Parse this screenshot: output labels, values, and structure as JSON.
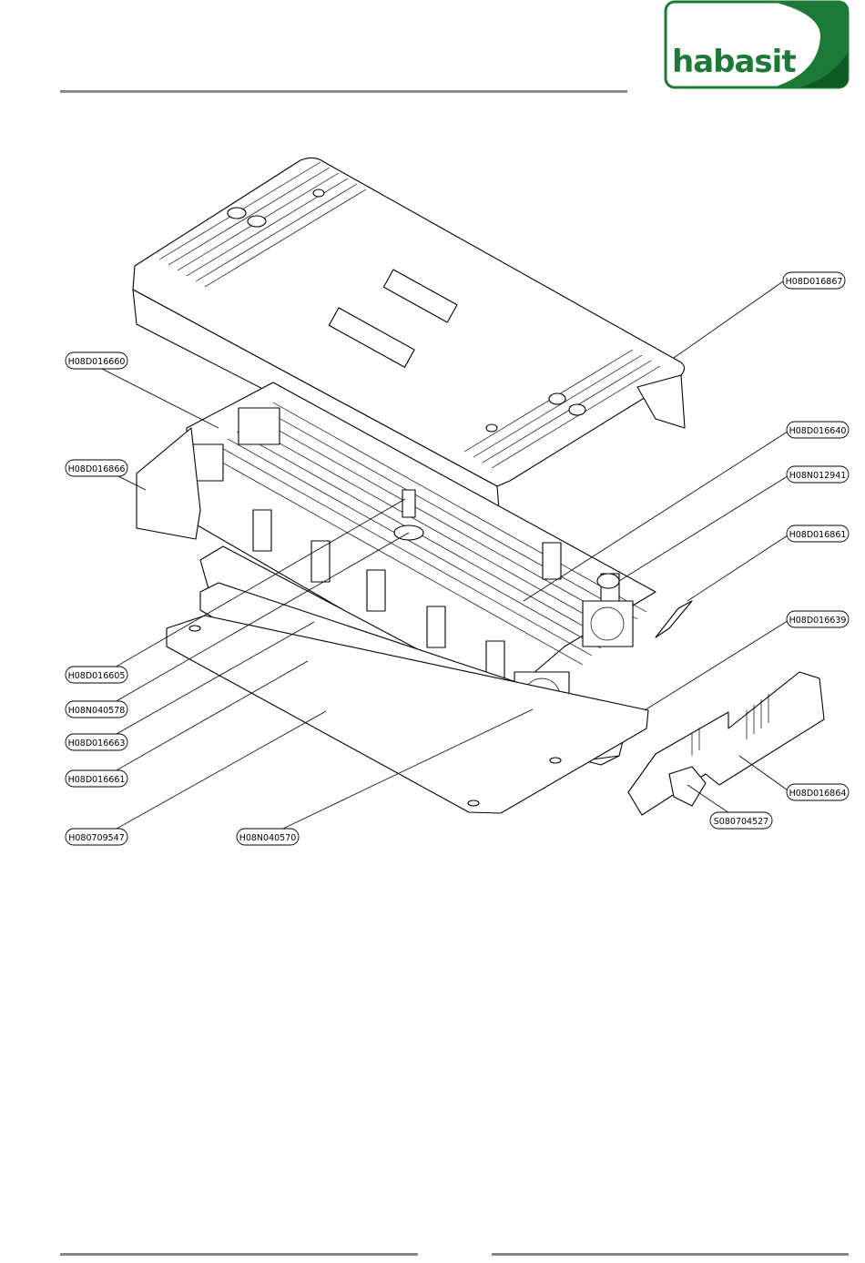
{
  "brand": {
    "name": "habasit",
    "colors": {
      "logo_green": "#1c7a36",
      "logo_dark_green": "#0e5a26",
      "rule_gray": "#8a8a8a"
    }
  },
  "part_labels": {
    "cover": "H08D016867",
    "left_support": "H08D016660",
    "left_end_plate": "H08D016866",
    "heatsink": "H08D016640",
    "knob": "H08N012941",
    "lever": "H08D016861",
    "sensor": "H08D016605",
    "mount": "H08N040578",
    "insulation_top": "H08D016663",
    "insulation_bottom": "H08D016661",
    "base_plate": "H080709547",
    "fan": "H08N040570",
    "right_support": "H08D016639",
    "side_panel": "H08D016864",
    "switch": "S080704527"
  }
}
